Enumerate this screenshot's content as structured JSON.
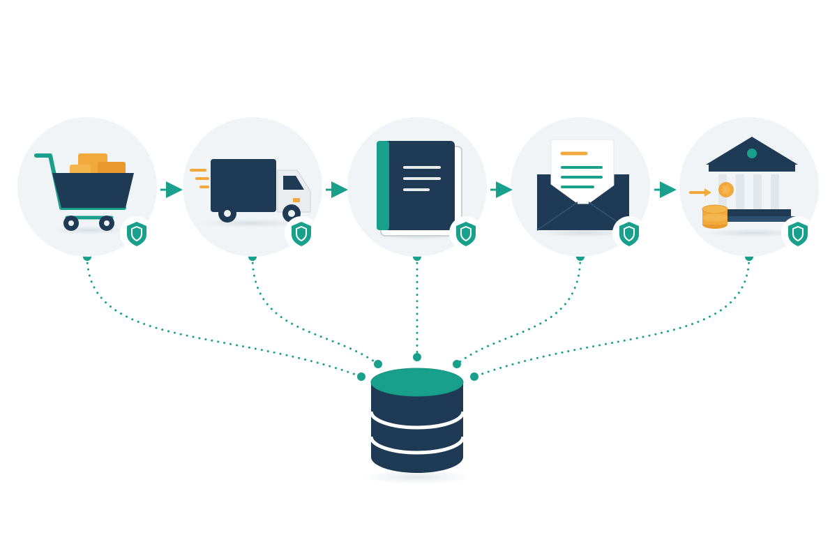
{
  "diagram": {
    "steps": [
      {
        "id": "cart",
        "icon": "shopping-cart-icon"
      },
      {
        "id": "delivery",
        "icon": "delivery-truck-icon"
      },
      {
        "id": "ledger",
        "icon": "ledger-book-icon"
      },
      {
        "id": "invoice",
        "icon": "envelope-letter-icon"
      },
      {
        "id": "bank",
        "icon": "bank-icon"
      }
    ],
    "hub": {
      "icon": "database-icon"
    },
    "badge_icon": "shield-icon",
    "connector_style": "dotted",
    "colors": {
      "navy": "#1e3a55",
      "teal": "#18a08c",
      "amber": "#f0a93a",
      "circle_bg": "#f1f4f6",
      "gray": "#c9d0d6"
    }
  }
}
